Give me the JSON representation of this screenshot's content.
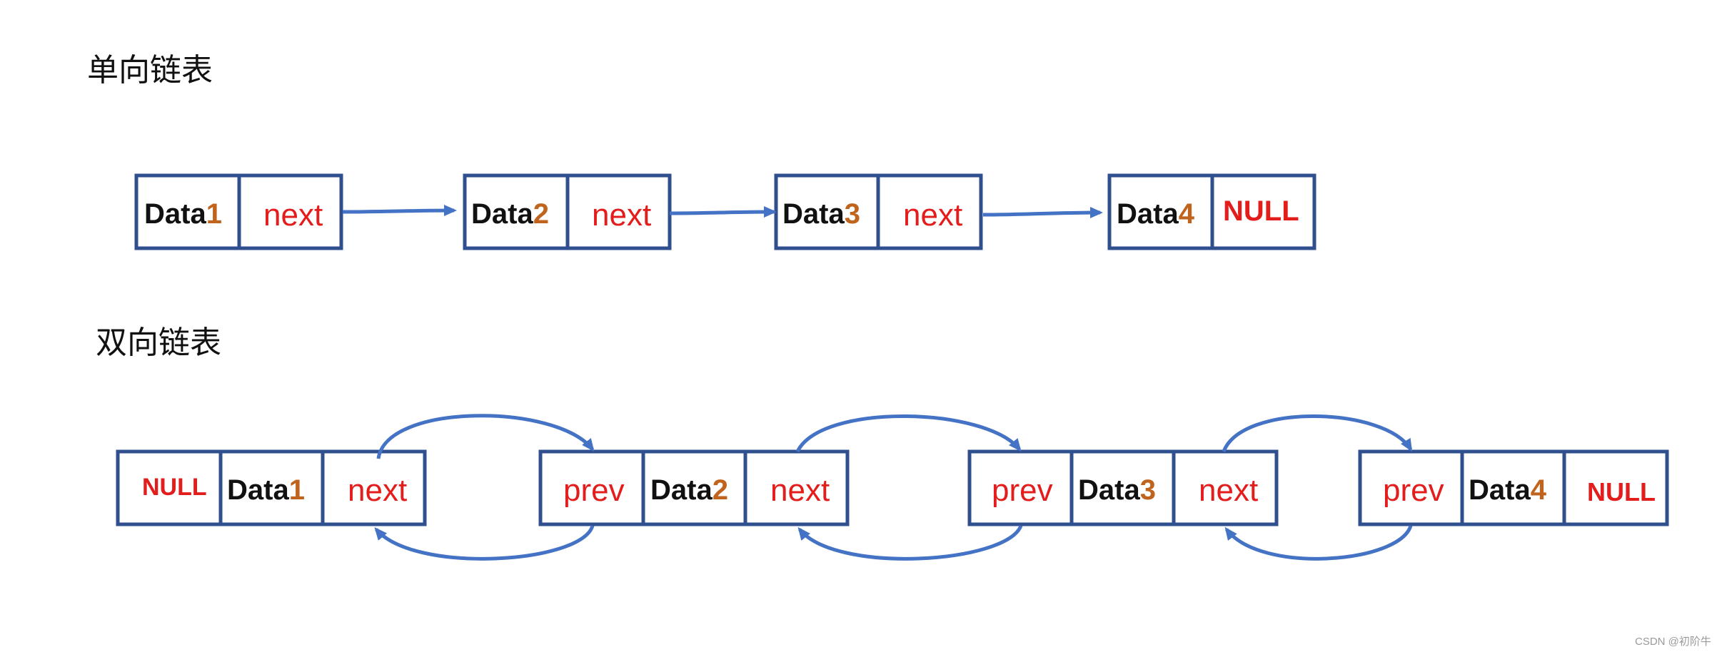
{
  "singly": {
    "title": "单向链表",
    "nodes": [
      {
        "data": "Data",
        "num": "1",
        "ptr": "next"
      },
      {
        "data": "Data",
        "num": "2",
        "ptr": "next"
      },
      {
        "data": "Data",
        "num": "3",
        "ptr": "next"
      },
      {
        "data": "Data",
        "num": "4",
        "ptr": "NULL"
      }
    ]
  },
  "doubly": {
    "title": "双向链表",
    "nodes": [
      {
        "prev": "NULL",
        "data": "Data",
        "num": "1",
        "next": "next"
      },
      {
        "prev": "prev",
        "data": "Data",
        "num": "2",
        "next": "next"
      },
      {
        "prev": "prev",
        "data": "Data",
        "num": "3",
        "next": "next"
      },
      {
        "prev": "prev",
        "data": "Data",
        "num": "4",
        "next": "NULL"
      }
    ]
  },
  "colors": {
    "box_border": "#2f4f8f",
    "arrow": "#4472c4",
    "pointer_text": "#e31c1c",
    "data_number": "#c0631c"
  },
  "watermark": "CSDN @初阶牛"
}
